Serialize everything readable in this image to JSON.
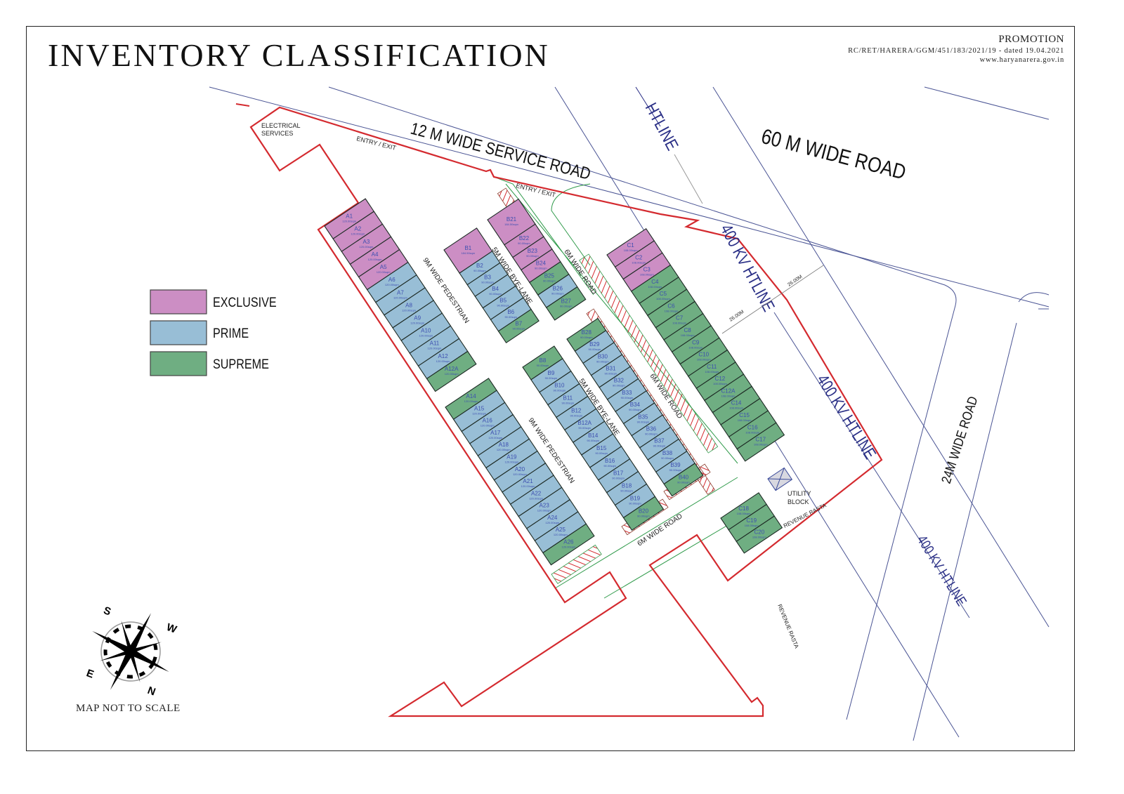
{
  "title": "INVENTORY CLASSIFICATION",
  "header": {
    "label": "PROMOTION",
    "registration": "RC/RET/HARERA/GGM/451/183/2021/19 - dated 19.04.2021",
    "website": "www.haryanarera.gov.in"
  },
  "legend": [
    {
      "key": "exclusive",
      "label": "EXCLUSIVE",
      "color": "#cc8ec4"
    },
    {
      "key": "prime",
      "label": "PRIME",
      "color": "#98bed6"
    },
    {
      "key": "supreme",
      "label": "SUPREME",
      "color": "#6fae82"
    }
  ],
  "labels": {
    "service_road": "12 M  WIDE SERVICE ROAD",
    "main_road": "60 M  WIDE ROAD",
    "side_road": "24M WIDE ROAD",
    "htline_partial": "HTLINE",
    "htline": "400 KV HTLINE",
    "entry_exit": "ENTRY / EXIT",
    "electrical_1": "ELECTRICAL",
    "electrical_2": "SERVICES",
    "pedestrian": "9M WIDE PEDESTRIAN",
    "bye_lane": "5M WIDE BYE-LANE",
    "road_6m": "6M WIDE ROAD",
    "utility_1": "UTILITY",
    "utility_2": "BLOCK",
    "revenue_rasta": "REVENUE RASTA",
    "setback": "26.00M"
  },
  "compass": {
    "n": "N",
    "s": "S",
    "e": "E",
    "w": "W"
  },
  "scale_note": "MAP NOT TO SCALE",
  "strips": [
    {
      "id": "A-north",
      "plots": [
        [
          "A1",
          "120.00sqm",
          "exclusive"
        ],
        [
          "A2",
          "120.00sqm",
          "exclusive"
        ],
        [
          "A3",
          "120.00sqm",
          "exclusive"
        ],
        [
          "A4",
          "120.00sqm",
          "exclusive"
        ],
        [
          "A5",
          "120.00sqm",
          "exclusive"
        ],
        [
          "A6",
          "120.00sqm",
          "prime"
        ],
        [
          "A7",
          "120.00sqm",
          "prime"
        ],
        [
          "A8",
          "120.00sqm",
          "prime"
        ],
        [
          "A9",
          "120.00sqm",
          "prime"
        ],
        [
          "A10",
          "120.00sqm",
          "prime"
        ],
        [
          "A11",
          "120.00sqm",
          "prime"
        ],
        [
          "A12",
          "120.00sqm",
          "prime"
        ],
        [
          "A12A",
          "120.00sqm",
          "supreme"
        ]
      ]
    },
    {
      "id": "A-south",
      "plots": [
        [
          "A14",
          "120.00sqm",
          "supreme"
        ],
        [
          "A15",
          "120.00sqm",
          "prime"
        ],
        [
          "A16",
          "120.00sqm",
          "prime"
        ],
        [
          "A17",
          "120.00sqm",
          "prime"
        ],
        [
          "A18",
          "120.00sqm",
          "prime"
        ],
        [
          "A19",
          "120.00sqm",
          "prime"
        ],
        [
          "A20",
          "120.00sqm",
          "prime"
        ],
        [
          "A21",
          "120.00sqm",
          "prime"
        ],
        [
          "A22",
          "120.00sqm",
          "prime"
        ],
        [
          "A23",
          "120.00sqm",
          "prime"
        ],
        [
          "A24",
          "120.00sqm",
          "prime"
        ],
        [
          "A25",
          "120.00sqm",
          "prime"
        ],
        [
          "A26",
          "120.00sqm",
          "supreme"
        ]
      ]
    },
    {
      "id": "B-west-north",
      "plots": [
        [
          "B1",
          "184.50sqm",
          "exclusive",
          2
        ],
        [
          "B2",
          "90.00sqm",
          "prime"
        ],
        [
          "B3",
          "90.00sqm",
          "prime"
        ],
        [
          "B4",
          "90.00sqm",
          "prime"
        ],
        [
          "B5",
          "90.00sqm",
          "prime"
        ],
        [
          "B6",
          "90.00sqm",
          "prime"
        ],
        [
          "B7",
          "90.00sqm",
          "supreme"
        ]
      ]
    },
    {
      "id": "B-east-north",
      "plots": [
        [
          "B21",
          "184.50sqm",
          "exclusive",
          2
        ],
        [
          "B22",
          "90.00sqm",
          "exclusive"
        ],
        [
          "B23",
          "90.00sqm",
          "exclusive"
        ],
        [
          "B24",
          "90.00sqm",
          "exclusive"
        ],
        [
          "B25",
          "90.00sqm",
          "supreme"
        ],
        [
          "B26",
          "90.00sqm",
          "prime"
        ],
        [
          "B27",
          "90.00sqm",
          "supreme"
        ]
      ]
    },
    {
      "id": "B-west-south",
      "plots": [
        [
          "B8",
          "90.00sqm",
          "supreme"
        ],
        [
          "B9",
          "90.00sqm",
          "prime"
        ],
        [
          "B10",
          "90.00sqm",
          "prime"
        ],
        [
          "B11",
          "90.00sqm",
          "prime"
        ],
        [
          "B12",
          "90.00sqm",
          "prime"
        ],
        [
          "B12A",
          "90.00sqm",
          "prime"
        ],
        [
          "B14",
          "90.00sqm",
          "prime"
        ],
        [
          "B15",
          "90.00sqm",
          "prime"
        ],
        [
          "B16",
          "90.00sqm",
          "prime"
        ],
        [
          "B17",
          "90.00sqm",
          "prime"
        ],
        [
          "B18",
          "90.00sqm",
          "prime"
        ],
        [
          "B19",
          "90.00sqm",
          "prime"
        ],
        [
          "B20",
          "90.00sqm",
          "supreme"
        ]
      ]
    },
    {
      "id": "B-east-south",
      "plots": [
        [
          "B28",
          "90.00sqm",
          "supreme"
        ],
        [
          "B29",
          "90.00sqm",
          "prime"
        ],
        [
          "B30",
          "90.00sqm",
          "prime"
        ],
        [
          "B31",
          "90.00sqm",
          "prime"
        ],
        [
          "B32",
          "90.00sqm",
          "prime"
        ],
        [
          "B33",
          "90.00sqm",
          "prime"
        ],
        [
          "B34",
          "90.00sqm",
          "prime"
        ],
        [
          "B35",
          "90.00sqm",
          "prime"
        ],
        [
          "B36",
          "90.00sqm",
          "prime"
        ],
        [
          "B37",
          "90.00sqm",
          "prime"
        ],
        [
          "B38",
          "90.00sqm",
          "prime"
        ],
        [
          "B39",
          "90.00sqm",
          "prime"
        ],
        [
          "B40",
          "90.00sqm",
          "supreme"
        ]
      ]
    },
    {
      "id": "C-main",
      "plots": [
        [
          "C1",
          "108.00sqm",
          "exclusive"
        ],
        [
          "C2",
          "108.00sqm",
          "exclusive"
        ],
        [
          "C3",
          "108.00sqm",
          "exclusive"
        ],
        [
          "C4",
          "108.00sqm",
          "supreme"
        ],
        [
          "C5",
          "108.00sqm",
          "supreme"
        ],
        [
          "C6",
          "108.00sqm",
          "supreme"
        ],
        [
          "C7",
          "108.00sqm",
          "supreme"
        ],
        [
          "C8",
          "108.00sqm",
          "supreme"
        ],
        [
          "C9",
          "108.00sqm",
          "supreme"
        ],
        [
          "C10",
          "108.00sqm",
          "supreme"
        ],
        [
          "C11",
          "108.00sqm",
          "supreme"
        ],
        [
          "C12",
          "108.00sqm",
          "supreme"
        ],
        [
          "C12A",
          "108.00sqm",
          "supreme"
        ],
        [
          "C14",
          "108.00sqm",
          "supreme"
        ],
        [
          "C15",
          "108.00sqm",
          "supreme"
        ],
        [
          "C16",
          "108.00sqm",
          "supreme"
        ],
        [
          "C17",
          "108.00sqm",
          "supreme"
        ]
      ]
    },
    {
      "id": "C-south",
      "plots": [
        [
          "C18",
          "108.00sqm",
          "supreme"
        ],
        [
          "C19",
          "108.00sqm",
          "supreme"
        ],
        [
          "C20",
          "108.00sqm",
          "supreme"
        ]
      ]
    }
  ],
  "colors": {
    "boundary": "#d42a2f",
    "road_line": "#4a5494",
    "green_line": "#2f9a4a",
    "plot_edge": "#1d2a24"
  }
}
